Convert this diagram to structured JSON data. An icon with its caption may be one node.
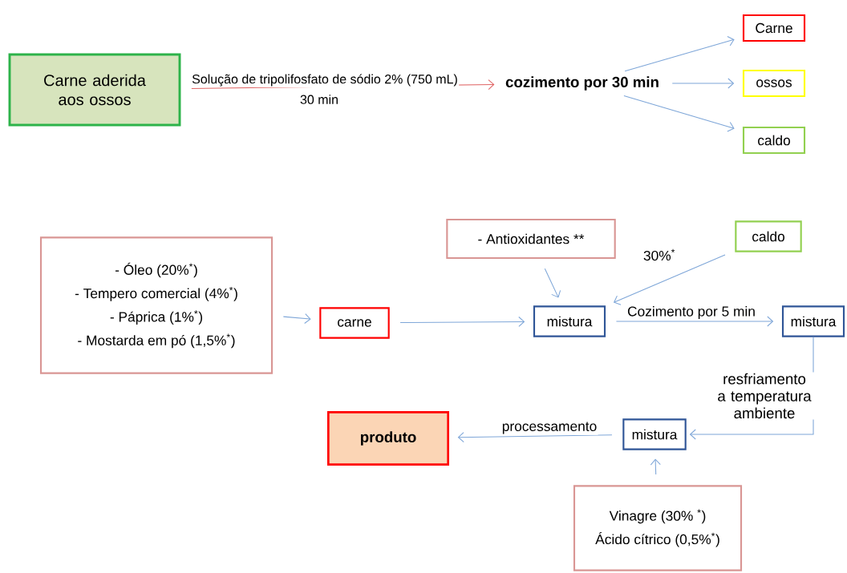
{
  "diagram": {
    "nodes": [
      {
        "text": [
          "Carne aderida aos ossos"
        ]
      },
      {
        "text": [
          "cozimento por 30 min"
        ]
      },
      {
        "text": [
          "Carne"
        ]
      },
      {
        "text": [
          "ossos"
        ]
      },
      {
        "text": [
          "caldo"
        ]
      },
      {
        "text": [
          "-  Óleo (20%$^{*}$)",
          "-  Tempero comercial (4%$^{*}$)",
          "-  Páprica (1%$^{*}$)",
          "-  Mostarda em pó (1,5%$^{*}$)"
        ]
      },
      {
        "text": [
          "carne"
        ]
      },
      {
        "text": [
          "-  Antioxidantes **"
        ]
      },
      {
        "text": [
          "caldo"
        ]
      },
      {
        "text": [
          "mistura"
        ]
      },
      {
        "text": [
          "mistura"
        ]
      },
      {
        "text": [
          "mistura"
        ]
      },
      {
        "text": [
          "produto"
        ]
      },
      {
        "text": [
          "Vinagre (30% $^{*}$)",
          "Ácido cítrico (0,5%$^{*}$)"
        ]
      }
    ],
    "edges": [
      {
        "from": 0,
        "to": 1,
        "arrow": "to",
        "label": "Solução de tripolifosfato de sódio 2% (750 mL)",
        "color": "#e06666"
      },
      {
        "from": 1,
        "to": 2,
        "arrow": "to"
      },
      {
        "from": 1,
        "to": 3,
        "arrow": "to"
      },
      {
        "from": 1,
        "to": 4,
        "arrow": "to"
      },
      {
        "from": 5,
        "to": 6,
        "arrow": "to"
      },
      {
        "from": 6,
        "to": 9,
        "arrow": "to"
      },
      {
        "from": 7,
        "to": 9,
        "arrow": "to"
      },
      {
        "from": 8,
        "to": 9,
        "arrow": "to",
        "label": "30%$^{*}$"
      },
      {
        "from": 9,
        "to": 10,
        "arrow": "to",
        "label": "Cozimento por 5 min"
      },
      {
        "from": 10,
        "to": 11,
        "arrow": "to",
        "label": "resfriamento a temperatura ambiente"
      },
      {
        "from": 11,
        "to": 12,
        "arrow": "to",
        "label": "processamento"
      },
      {
        "from": 13,
        "to": 11,
        "arrow": "to"
      }
    ],
    "labels": [
      "30 min"
    ]
  }
}
